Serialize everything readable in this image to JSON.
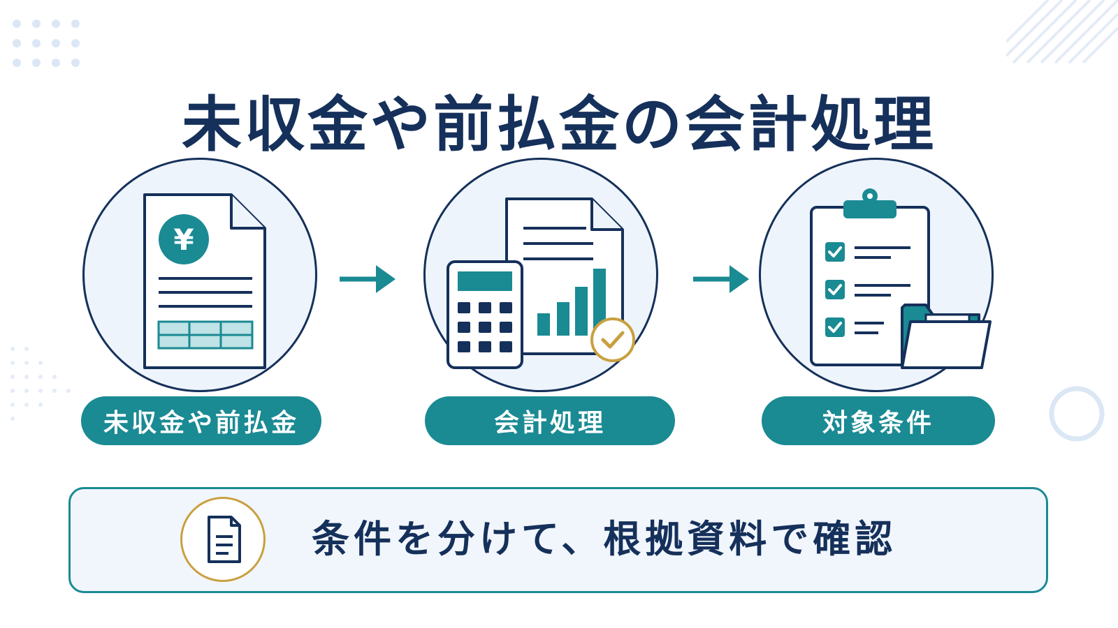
{
  "title": "未収金や前払金の会計処理",
  "steps": [
    {
      "label": "未収金や前払金",
      "icon": "yen-invoice-document-icon"
    },
    {
      "label": "会計処理",
      "icon": "calculator-chart-icon"
    },
    {
      "label": "対象条件",
      "icon": "checklist-clipboard-folder-icon"
    }
  ],
  "callout": {
    "text": "条件を分けて、根拠資料で確認",
    "icon": "document-icon"
  },
  "yen_symbol": "¥",
  "colors": {
    "navy": "#15305a",
    "teal": "#1a8a93",
    "gold": "#c9a040",
    "circle_fill": "#eef4fb",
    "light_teal": "#bfe3e6"
  }
}
